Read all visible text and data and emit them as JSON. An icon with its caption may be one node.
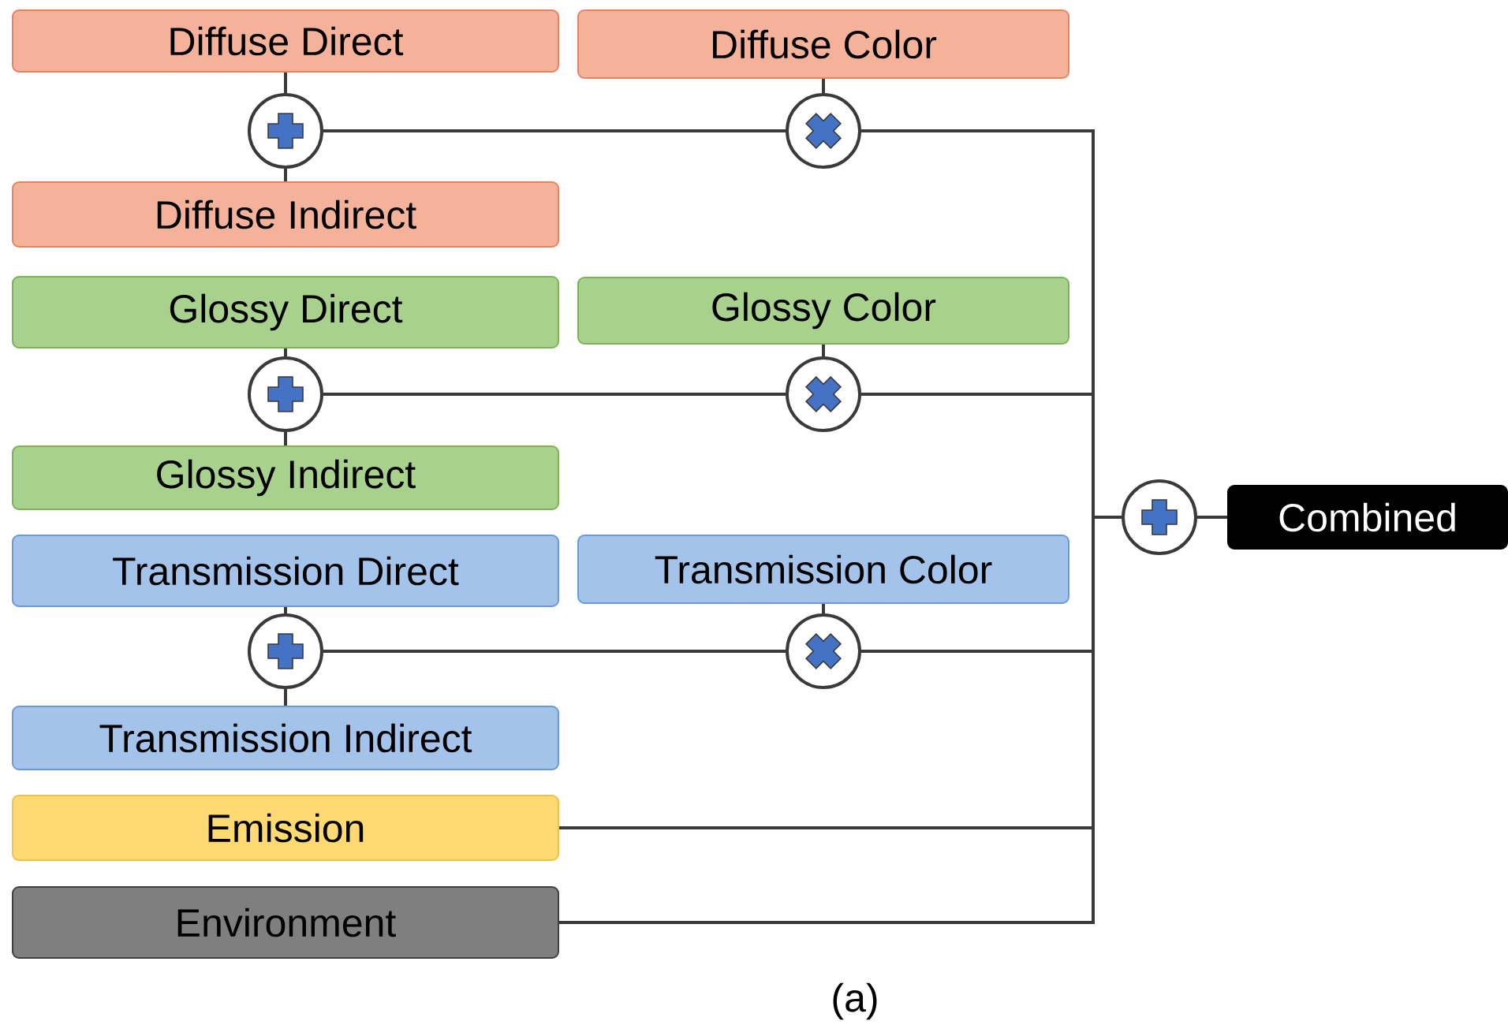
{
  "diagram": {
    "caption": "(a)",
    "nodes": [
      {
        "text": [
          "Diffuse Direct"
        ]
      },
      {
        "text": [
          "Diffuse Color"
        ]
      },
      {
        "text": [],
        "shape": "circle"
      },
      {
        "text": [],
        "shape": "circle"
      },
      {
        "text": [
          "Diffuse Indirect"
        ]
      },
      {
        "text": [
          "Glossy Direct"
        ]
      },
      {
        "text": [
          "Glossy Color"
        ]
      },
      {
        "text": [],
        "shape": "circle"
      },
      {
        "text": [],
        "shape": "circle"
      },
      {
        "text": [
          "Glossy Indirect"
        ]
      },
      {
        "text": [
          "Transmission Direct"
        ]
      },
      {
        "text": [
          "Transmission Color"
        ]
      },
      {
        "text": [],
        "shape": "circle"
      },
      {
        "text": [],
        "shape": "circle"
      },
      {
        "text": [
          "Transmission Indirect"
        ]
      },
      {
        "text": [
          "Emission"
        ]
      },
      {
        "text": [
          "Environment"
        ]
      },
      {
        "text": [],
        "shape": "circle"
      },
      {
        "text": [
          "Combined"
        ]
      }
    ],
    "edges": [
      {
        "from": 0,
        "to": 2,
        "arrow": "none"
      },
      {
        "from": 4,
        "to": 2,
        "arrow": "none"
      },
      {
        "from": 2,
        "to": 3,
        "arrow": "none"
      },
      {
        "from": 1,
        "to": 3,
        "arrow": "none"
      },
      {
        "from": 3,
        "to": 17,
        "arrow": "none"
      },
      {
        "from": 5,
        "to": 7,
        "arrow": "none"
      },
      {
        "from": 9,
        "to": 7,
        "arrow": "none"
      },
      {
        "from": 7,
        "to": 8,
        "arrow": "none"
      },
      {
        "from": 6,
        "to": 8,
        "arrow": "none"
      },
      {
        "from": 8,
        "to": 17,
        "arrow": "none"
      },
      {
        "from": 10,
        "to": 12,
        "arrow": "none"
      },
      {
        "from": 14,
        "to": 12,
        "arrow": "none"
      },
      {
        "from": 12,
        "to": 13,
        "arrow": "none"
      },
      {
        "from": 11,
        "to": 13,
        "arrow": "none"
      },
      {
        "from": 13,
        "to": 17,
        "arrow": "none"
      },
      {
        "from": 15,
        "to": 17,
        "arrow": "none"
      },
      {
        "from": 16,
        "to": 17,
        "arrow": "none"
      },
      {
        "from": 17,
        "to": 18,
        "arrow": "none"
      }
    ]
  }
}
